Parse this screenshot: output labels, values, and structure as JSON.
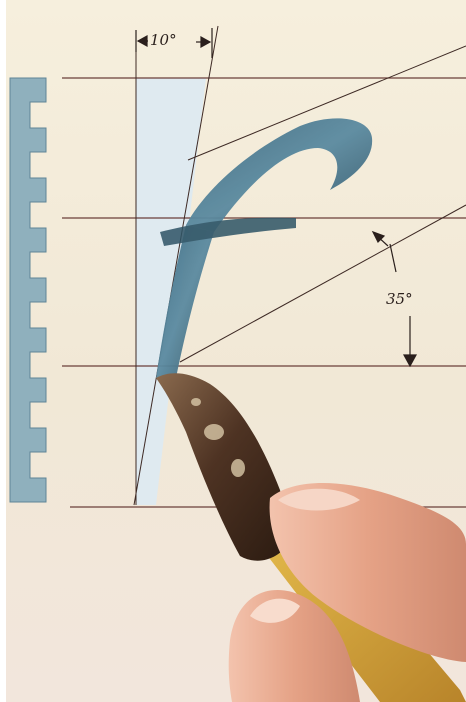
{
  "illustration": {
    "nib_angle_label": "10°",
    "pen_angle_label": "35°",
    "letter": "f"
  },
  "colors": {
    "paper": "#f4ecd9",
    "rule_line": "#6b3f3a",
    "ink": "#4f7f95",
    "ink_dark": "#2f5466",
    "slant_fill": "#dfeaf0",
    "nib_metal": "#6a4a35",
    "pen_holder": "#d8aa3c",
    "skin": "#e7a68c"
  }
}
